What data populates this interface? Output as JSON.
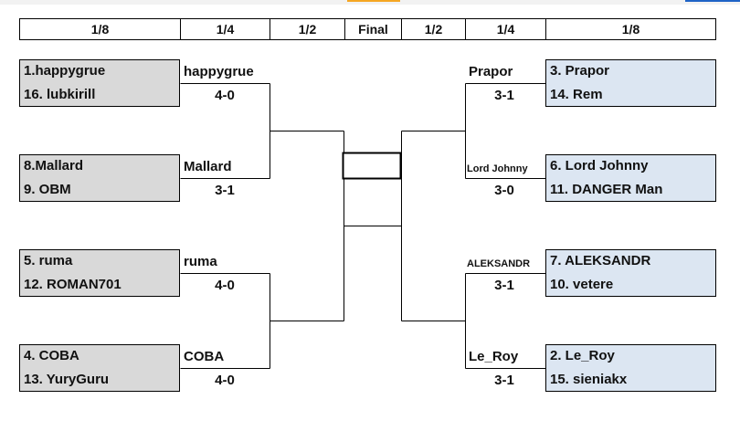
{
  "header": {
    "left_r16": "1/8",
    "left_qf": "1/4",
    "left_sf": "1/2",
    "final": "Final",
    "right_sf": "1/2",
    "right_qf": "1/4",
    "right_r16": "1/8"
  },
  "left": {
    "matches": [
      {
        "seed1": "1.happygrue",
        "seed2": "16. lubkirill",
        "winner": "happygrue",
        "score": "4-0"
      },
      {
        "seed1": "8.Mallard",
        "seed2": "9.  OBM",
        "winner": "Mallard",
        "score": "3-1"
      },
      {
        "seed1": "5. ruma",
        "seed2": "12. ROMAN701",
        "winner": "ruma",
        "score": "4-0"
      },
      {
        "seed1": "4. COBA",
        "seed2": "13. YuryGuru",
        "winner": "COBA",
        "score": "4-0"
      }
    ]
  },
  "right": {
    "matches": [
      {
        "seed1": "3. Prapor",
        "seed2": "14. Rem",
        "winner": "Prapor",
        "score": "3-1"
      },
      {
        "seed1": "6. Lord Johnny",
        "seed2": "11. DANGER Man",
        "winner": "Lord Johnny",
        "score": "3-0"
      },
      {
        "seed1": "7. ALEKSANDR",
        "seed2": "10. vetere",
        "winner": "ALEKSANDR",
        "score": "3-1"
      },
      {
        "seed1": "2. Le_Roy",
        "seed2": "15. sieniakx",
        "winner": "Le_Roy",
        "score": "3-1"
      }
    ]
  },
  "colors": {
    "left_box": "#d9d9d9",
    "right_box": "#dce6f2",
    "lines": "#000000"
  }
}
